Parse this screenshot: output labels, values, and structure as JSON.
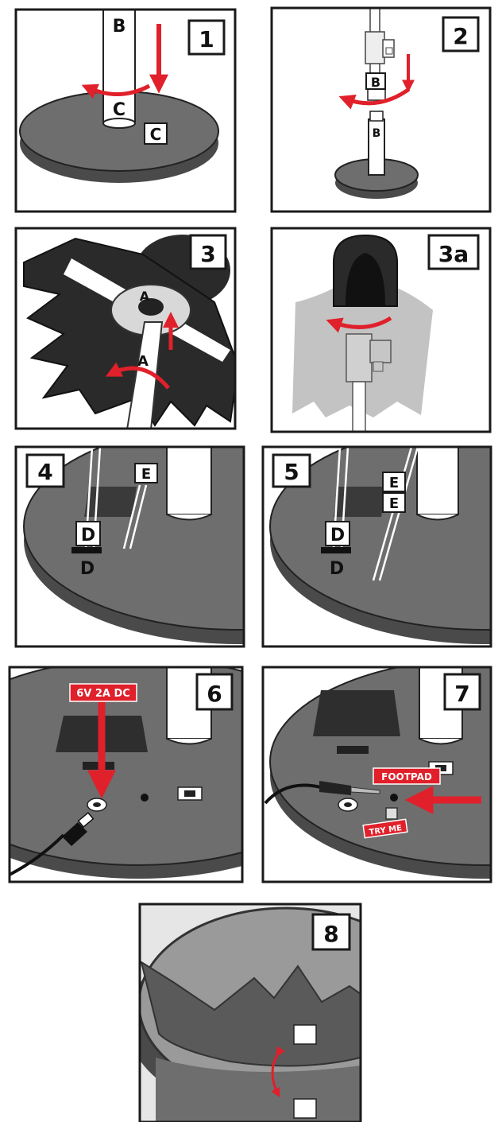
{
  "panels": [
    {
      "step": "1",
      "labels": [
        "B",
        "C",
        "C"
      ]
    },
    {
      "step": "2",
      "labels": [
        "B",
        "B"
      ]
    },
    {
      "step": "3",
      "labels": [
        "A",
        "A"
      ]
    },
    {
      "step": "3a",
      "labels": []
    },
    {
      "step": "4",
      "labels": [
        "E",
        "D",
        "D"
      ]
    },
    {
      "step": "5",
      "labels": [
        "E",
        "E",
        "D",
        "D"
      ]
    },
    {
      "step": "6",
      "labels": [],
      "callout": "6V 2A DC"
    },
    {
      "step": "7",
      "labels": [],
      "callouts": [
        "FOOTPAD",
        "TRY ME"
      ]
    },
    {
      "step": "8",
      "labels": []
    }
  ],
  "colors": {
    "frame": "#1a1a1a",
    "base": "#6e6e6e",
    "base_edge": "#4a4a4a",
    "pole": "#ffffff",
    "arrow": "#e0202a",
    "fabric": "#2a2a2a",
    "cloak": "#bdbdbd"
  }
}
